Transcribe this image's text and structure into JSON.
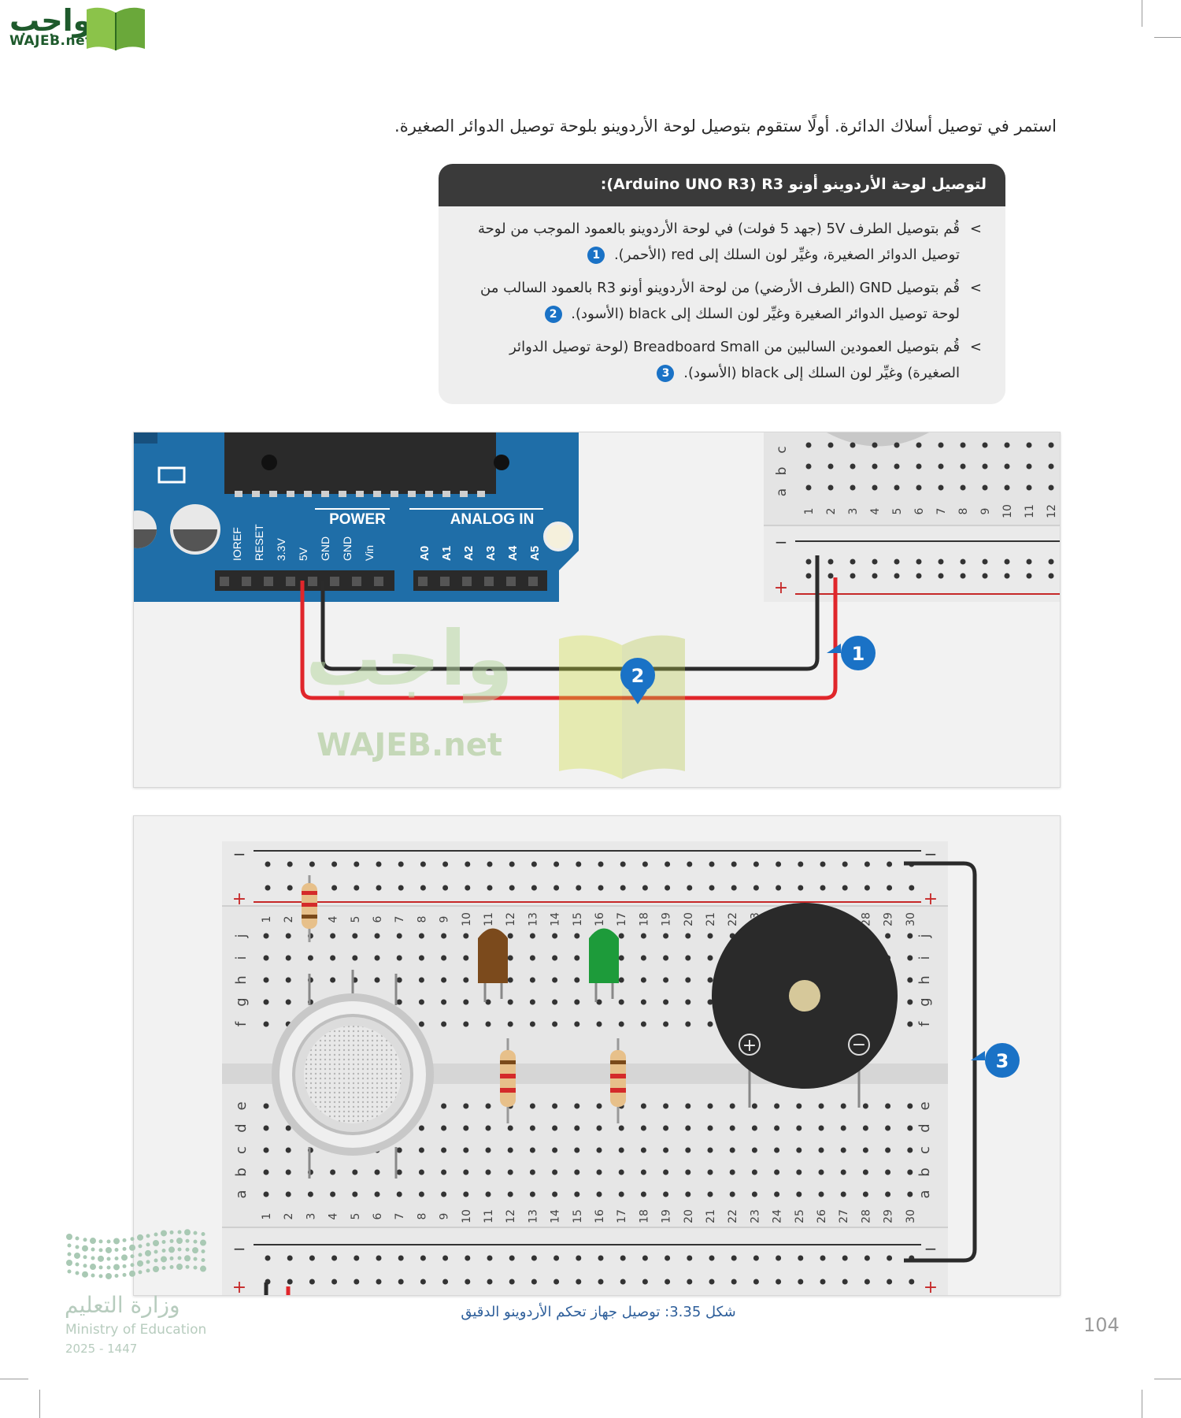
{
  "logo": {
    "arabic": "واجب",
    "latin": "WAJEB.net"
  },
  "intro_text": "استمر في توصيل أسلاك الدائرة. أولًا ستقوم بتوصيل لوحة الأردوينو بلوحة توصيل الدوائر الصغيرة.",
  "box": {
    "title": "لتوصيل لوحة الأردوينو أونو Arduino UNO R3) R3):",
    "bullet": ">",
    "items": [
      {
        "text": "قُم بتوصيل الطرف 5V (جهد 5 فولت) في لوحة الأردوينو بالعمود الموجب من لوحة توصيل الدوائر الصغيرة، وغيِّر لون السلك إلى red (الأحمر).",
        "badge": "1"
      },
      {
        "text": "قُم بتوصيل GND (الطرف الأرضي) من لوحة الأردوينو أونو R3 بالعمود السالب من لوحة توصيل الدوائر الصغيرة وغيِّر لون السلك إلى black (الأسود).",
        "badge": "2"
      },
      {
        "text": "قُم بتوصيل العمودين السالبين من Breadboard Small (لوحة توصيل الدوائر الصغيرة) وغيِّر لون السلك إلى black (الأسود).",
        "badge": "3"
      }
    ]
  },
  "figure1": {
    "power_label": "POWER",
    "analog_label": "ANALOG IN",
    "power_pins": [
      "IOREF",
      "RESET",
      "3.3V",
      "5V",
      "GND",
      "GND",
      "Vin"
    ],
    "analog_pins": [
      "A0",
      "A1",
      "A2",
      "A3",
      "A4",
      "A5"
    ],
    "bb_rows": [
      "c",
      "b",
      "a"
    ],
    "bb_cols": [
      "1",
      "2",
      "3",
      "4",
      "5",
      "6",
      "7",
      "8",
      "9",
      "10",
      "11",
      "12"
    ],
    "minus": "−",
    "plus": "+",
    "callout1": "1",
    "callout2": "2",
    "watermark_ar": "واجب",
    "watermark_en": "WAJEB.net"
  },
  "figure2": {
    "rows_top": [
      "j",
      "i",
      "h",
      "g",
      "f"
    ],
    "rows_bottom": [
      "e",
      "d",
      "c",
      "b",
      "a"
    ],
    "cols": [
      "1",
      "2",
      "3",
      "4",
      "5",
      "6",
      "7",
      "8",
      "9",
      "10",
      "11",
      "12",
      "13",
      "14",
      "15",
      "16",
      "17",
      "18",
      "19",
      "20",
      "21",
      "22",
      "23",
      "24",
      "25",
      "26",
      "27",
      "28",
      "29",
      "30"
    ],
    "minus": "−",
    "plus": "+",
    "buzzer_plus": "+",
    "buzzer_minus": "−",
    "callout3": "3",
    "colors": {
      "red_wire": "#e0262b",
      "black_wire": "#2b2b2b",
      "callout": "#1a72c6",
      "brown_led": "#7b4a1c",
      "green_led": "#1d9b3a"
    }
  },
  "caption": "شكل 3.35: توصيل جهاز تحكم الأردوينو الدقيق",
  "page_number": "104",
  "ministry": {
    "arabic": "وزارة التعليم",
    "english": "Ministry of Education",
    "year": "2025 - 1447"
  }
}
